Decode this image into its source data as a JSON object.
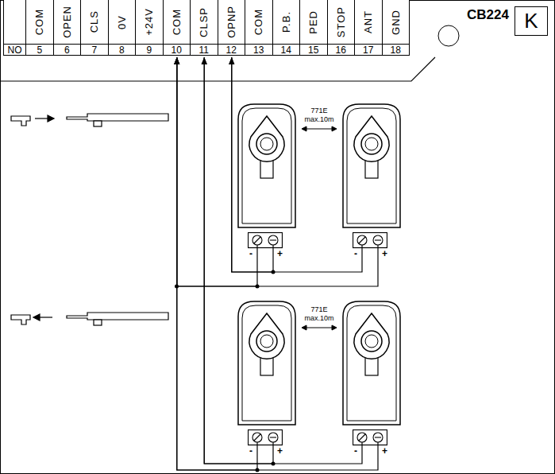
{
  "diagram": {
    "nodes": [
      {
        "text": [
          "NO"
        ]
      },
      {
        "text": [
          "COM",
          "5"
        ]
      },
      {
        "text": [
          "OPEN",
          "6"
        ]
      },
      {
        "text": [
          "CLS",
          "7"
        ]
      },
      {
        "text": [
          "0V",
          "8"
        ]
      },
      {
        "text": [
          "+24V",
          "9"
        ]
      },
      {
        "text": [
          "COM",
          "10"
        ]
      },
      {
        "text": [
          "CLSP",
          "11"
        ]
      },
      {
        "text": [
          "OPNP",
          "12"
        ]
      },
      {
        "text": [
          "COM",
          "13"
        ]
      },
      {
        "text": [
          "P.B.",
          "14"
        ]
      },
      {
        "text": [
          "PED",
          "15"
        ]
      },
      {
        "text": [
          "STOP",
          "16"
        ]
      },
      {
        "text": [
          "ANT",
          "17"
        ]
      },
      {
        "text": [
          "GND",
          "18"
        ]
      },
      {
        "text": [
          "K"
        ]
      },
      {
        "text": [
          "-",
          "+"
        ]
      },
      {
        "text": [
          "-",
          "+"
        ]
      },
      {
        "text": [
          "-",
          "+"
        ]
      },
      {
        "text": [
          "-",
          "+"
        ]
      }
    ],
    "edges": [
      {
        "from": 16,
        "to": 6,
        "arrow": "to"
      },
      {
        "from": 16,
        "to": 8,
        "arrow": "to"
      },
      {
        "from": 17,
        "to": 8,
        "arrow": "to"
      },
      {
        "from": 17,
        "to": 6,
        "arrow": "to"
      },
      {
        "from": 18,
        "to": 6,
        "arrow": "to"
      },
      {
        "from": 18,
        "to": 7,
        "arrow": "to"
      },
      {
        "from": 19,
        "to": 7,
        "arrow": "to"
      },
      {
        "from": 19,
        "to": 6,
        "arrow": "to"
      }
    ],
    "labels": [
      "CB224",
      "771E",
      "max.10m",
      "771E",
      "max.10m"
    ]
  }
}
